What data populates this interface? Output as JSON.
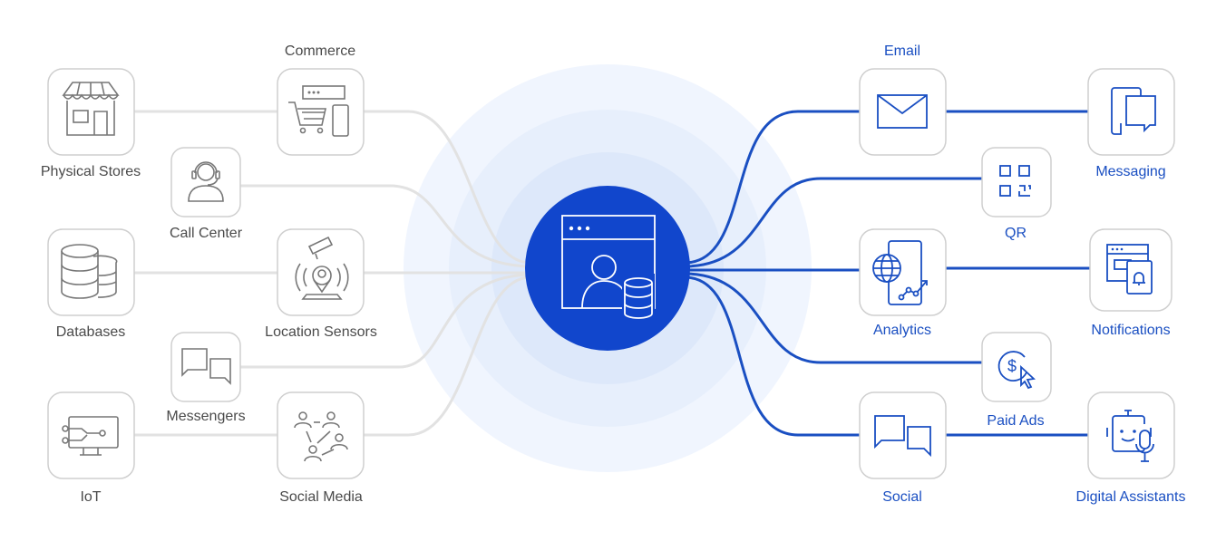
{
  "colors": {
    "accent": "#1a4fc2",
    "hub": "#1146cc",
    "gray_text": "#4a4a4a",
    "gray_icon": "#7a7a7a",
    "gray_line": "#e3e3e3",
    "box_border": "#cfcfcf",
    "halo": "#dce8fb"
  },
  "sources": [
    {
      "id": "physical-stores",
      "label": "Physical Stores",
      "icon": "store-icon"
    },
    {
      "id": "commerce",
      "label": "Commerce",
      "icon": "cart-device-icon"
    },
    {
      "id": "call-center",
      "label": "Call Center",
      "icon": "headset-agent-icon"
    },
    {
      "id": "databases",
      "label": "Databases",
      "icon": "database-icon"
    },
    {
      "id": "location-sensors",
      "label": "Location Sensors",
      "icon": "location-pin-icon"
    },
    {
      "id": "messengers",
      "label": "Messengers",
      "icon": "chat-bubbles-icon"
    },
    {
      "id": "iot",
      "label": "IoT",
      "icon": "iot-screen-icon"
    },
    {
      "id": "social-media",
      "label": "Social Media",
      "icon": "people-network-icon"
    }
  ],
  "destinations": [
    {
      "id": "email",
      "label": "Email",
      "icon": "envelope-icon"
    },
    {
      "id": "messaging",
      "label": "Messaging",
      "icon": "mobile-message-icon"
    },
    {
      "id": "qr",
      "label": "QR",
      "icon": "qr-code-icon"
    },
    {
      "id": "analytics",
      "label": "Analytics",
      "icon": "globe-chart-icon"
    },
    {
      "id": "notifications",
      "label": "Notifications",
      "icon": "notification-bell-icon"
    },
    {
      "id": "paid-ads",
      "label": "Paid Ads",
      "icon": "dollar-cursor-icon"
    },
    {
      "id": "social",
      "label": "Social",
      "icon": "chat-bubbles-icon"
    },
    {
      "id": "digital-assistants",
      "label": "Digital Assistants",
      "icon": "robot-mic-icon"
    }
  ],
  "hub": {
    "icon": "customer-data-platform-icon"
  }
}
